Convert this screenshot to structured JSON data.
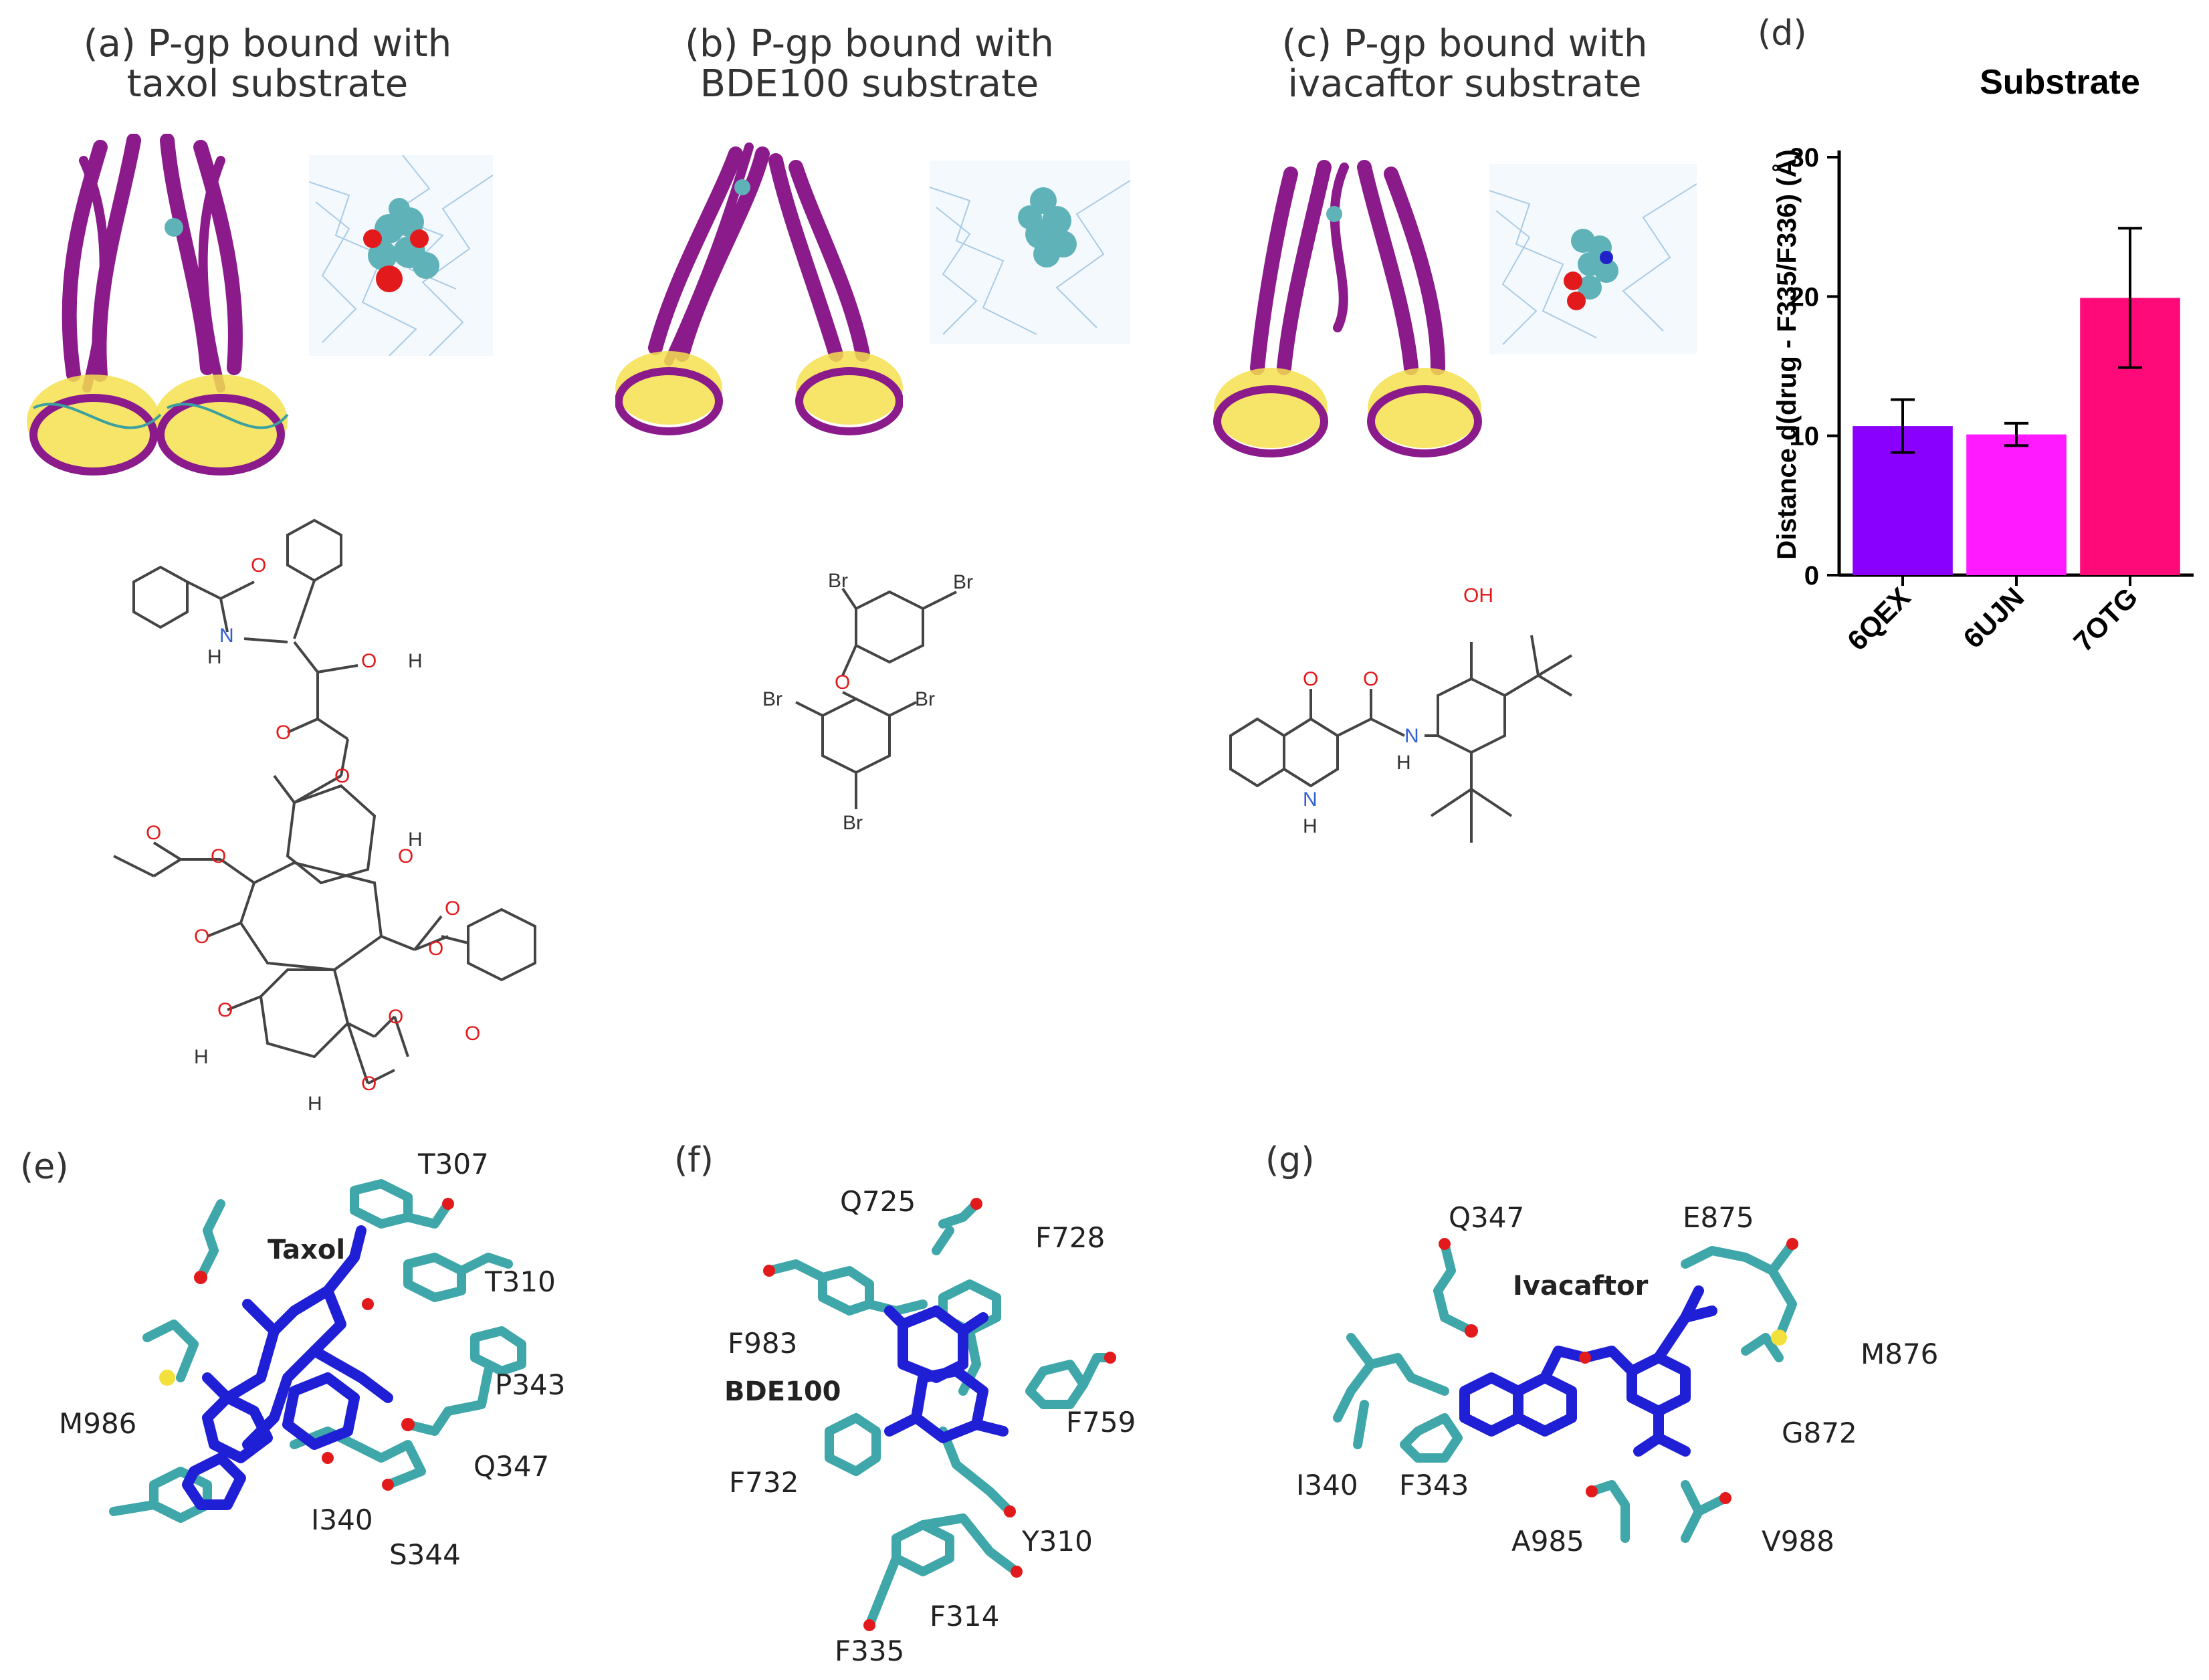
{
  "panels": {
    "a": {
      "title_line1": "(a) P-gp bound with",
      "title_line2": "taxol substrate"
    },
    "b": {
      "title_line1": "(b) P-gp bound with",
      "title_line2": "BDE100 substrate"
    },
    "c": {
      "title_line1": "(c) P-gp bound with",
      "title_line2": "ivacaftor substrate"
    },
    "d": {
      "label": "(d)"
    },
    "e": {
      "label": "(e)",
      "ligand": "Taxol",
      "residues": [
        "T307",
        "T310",
        "P343",
        "M986",
        "Q347",
        "I340",
        "S344"
      ]
    },
    "f": {
      "label": "(f)",
      "ligand": "BDE100",
      "residues": [
        "Q725",
        "F728",
        "F983",
        "F759",
        "F732",
        "Y310",
        "F314",
        "F335"
      ]
    },
    "g": {
      "label": "(g)",
      "ligand": "Ivacaftor",
      "residues": [
        "Q347",
        "E875",
        "M876",
        "G872",
        "I340",
        "F343",
        "A985",
        "V988"
      ]
    }
  },
  "structures": {
    "taxol_atoms": {
      "o": "O",
      "n": "N",
      "h": "H"
    },
    "bde_atoms": {
      "br": "Br",
      "o": "O"
    },
    "iva_atoms": {
      "oh": "OH",
      "o": "O",
      "n": "N",
      "h": "H"
    }
  },
  "colors": {
    "helix": "#8b1a8b",
    "sheet": "#f4e04d",
    "coil": "#3aa0a0",
    "ligand": "#1f1fd6",
    "residue": "#3fa7a9",
    "oxygen": "#e31a1c",
    "nitrogen": "#2121c8",
    "sulfur": "#f2e13c"
  },
  "chart_data": {
    "type": "bar",
    "title": "Substrate",
    "ylabel": "Distance d(drug - F335/F336)  (Å)",
    "xlabel": "",
    "categories": [
      "6QEX",
      "6UJN",
      "7OTG"
    ],
    "values": [
      10.7,
      10.1,
      19.9
    ],
    "errors": [
      1.9,
      0.8,
      5.0
    ],
    "colors": [
      "#8a00ff",
      "#ff1aff",
      "#ff0a78"
    ],
    "ylim": [
      0,
      30
    ],
    "yticks": [
      0,
      10,
      20,
      30
    ],
    "grid": false
  }
}
